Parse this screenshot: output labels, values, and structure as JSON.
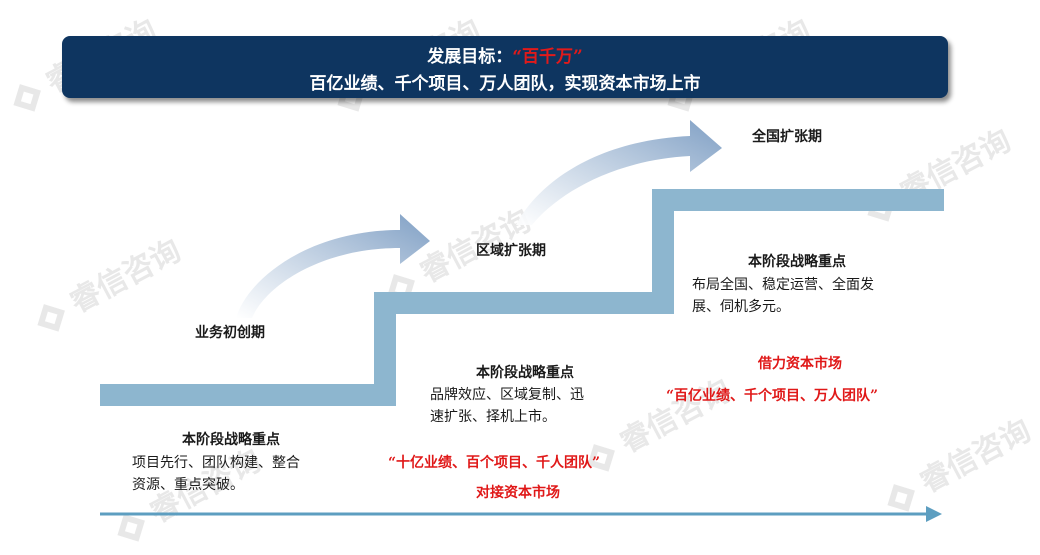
{
  "banner": {
    "goal_prefix": "发展目标：",
    "goal_highlight": "“百千万”",
    "goal_detail": "百亿业绩、千个项目、万人团队，实现资本市场上市"
  },
  "stages": {
    "stage1": {
      "name": "业务初创期",
      "focus_title": "本阶段战略重点",
      "focus_line1": "项目先行、团队构建、整合",
      "focus_line2": "资源、重点突破。"
    },
    "stage2": {
      "name": "区域扩张期",
      "focus_title": "本阶段战略重点",
      "focus_line1": "品牌效应、区域复制、迅",
      "focus_line2": "速扩张、择机上市。",
      "target": "“十亿业绩、百个项目、千人团队”",
      "market": "对接资本市场"
    },
    "stage3": {
      "name": "全国扩张期",
      "focus_title": "本阶段战略重点",
      "focus_line1": "布局全国、稳定运营、全面发",
      "focus_line2": "展、伺机多元。",
      "market": "借力资本市场",
      "target": "“百亿业绩、千个项目、万人团队”"
    }
  },
  "watermark": "睿信咨询",
  "colors": {
    "banner": "#0e3560",
    "step": "#8db6cf",
    "highlight": "#e01818"
  }
}
